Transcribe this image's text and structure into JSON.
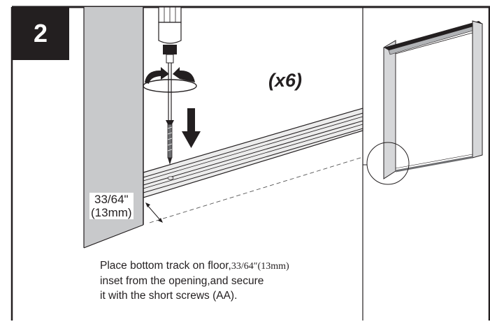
{
  "step": {
    "number": "2"
  },
  "quantity": {
    "label": "(x6)"
  },
  "dimension": {
    "line1": "33/64\"",
    "line2": "(13mm)"
  },
  "instruction": {
    "line1_text": "Place bottom track on floor,",
    "line1_measure": "33/64″(13mm)",
    "line2": "inset from the opening,and secure",
    "line3": "it with the short screws (AA)."
  },
  "colors": {
    "ink": "#231f20",
    "wall": "#c8c9cb",
    "track": "#eeeeee",
    "paper": "#ffffff"
  },
  "icons": [
    "screwdriver-icon",
    "rotate-arrow-icon",
    "down-arrow-icon",
    "screw-icon",
    "door-frame-icon",
    "detail-circle-icon"
  ]
}
